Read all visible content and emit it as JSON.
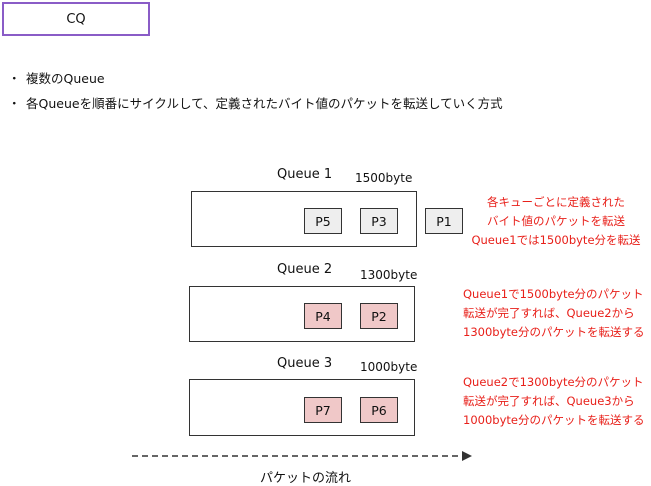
{
  "title": "CQ",
  "bullets": [
    "・",
    "複数のQueue",
    "・",
    "各Queueを順番にサイクルして、定義されたバイト値のパケットを転送していく方式"
  ],
  "queues": [
    {
      "label": "Queue 1",
      "bytes": "1500byte",
      "packets": [
        "P5",
        "P3"
      ]
    },
    {
      "label": "Queue 2",
      "bytes": "1300byte",
      "packets": [
        "P4",
        "P2"
      ]
    },
    {
      "label": "Queue 3",
      "bytes": "1000byte",
      "packets": [
        "P7",
        "P6"
      ]
    }
  ],
  "outgoing_packet": "P1",
  "notes": [
    [
      "各キューごとに定義された",
      "バイト値のパケットを転送",
      "Queue1では1500byte分を転送"
    ],
    [
      "Queue1で1500byte分のパケット",
      "転送が完了すれば、Queue2から",
      "1300byte分のパケットを転送する"
    ],
    [
      "Queue2で1300byte分のパケット",
      "転送が完了すれば、Queue3から",
      "1000byte分のパケットを転送する"
    ]
  ],
  "flow_caption": "パケットの流れ",
  "colors": {
    "title_border": "#8a5cc7",
    "note_text": "#e8201a",
    "packet_gray": "#eeeeee",
    "packet_pink": "#f0c8c8"
  }
}
